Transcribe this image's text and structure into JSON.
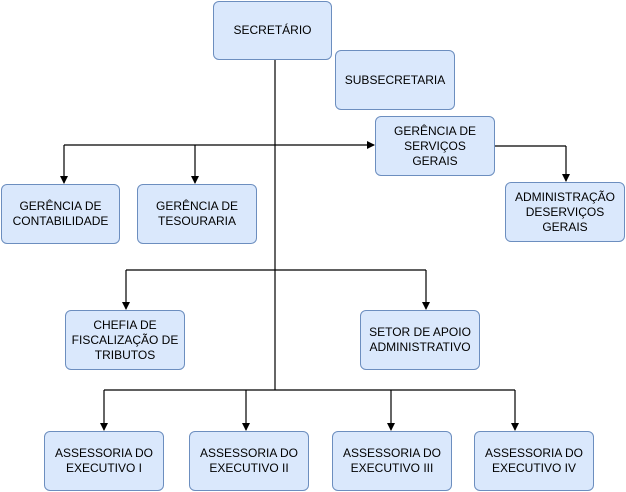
{
  "nodes": {
    "secretario": "SECRETÁRIO",
    "subsecretaria": "SUBSECRETARIA",
    "gerencia_servicos": "GERÊNCIA DE\nSERVIÇOS GERAIS",
    "gerencia_contabilidade": "GERÊNCIA DE\nCONTABILIDADE",
    "gerencia_tesouraria": "GERÊNCIA DE\nTESOURARIA",
    "administracao_servicos": "ADMINISTRAÇÃO\nDESERVIÇOS\nGERAIS",
    "chefia_fiscalizacao": "CHEFIA DE\nFISCALIZAÇÃO DE\nTRIBUTOS",
    "setor_apoio": "SETOR DE APOIO\nADMINISTRATIVO",
    "assessoria_1": "ASSESSORIA DO\nEXECUTIVO I",
    "assessoria_2": "ASSESSORIA DO\nEXECUTIVO II",
    "assessoria_3": "ASSESSORIA DO\nEXECUTIVO III",
    "assessoria_4": "ASSESSORIA DO\nEXECUTIVO IV"
  }
}
